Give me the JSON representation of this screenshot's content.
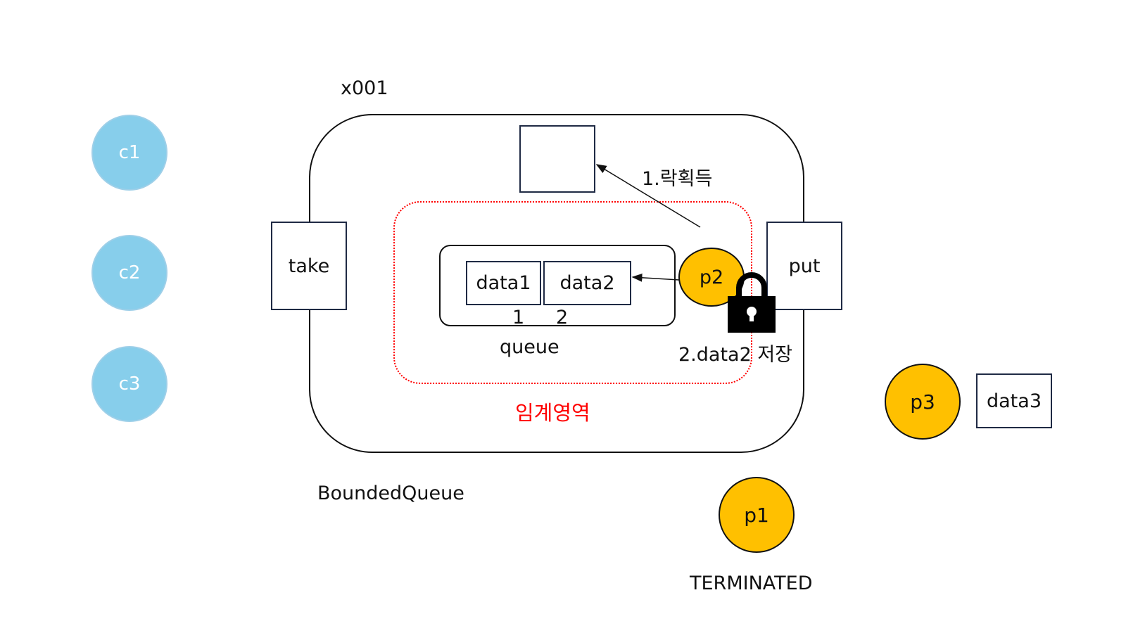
{
  "object_id": "x001",
  "object_name": "BoundedQueue",
  "methods": {
    "take": "take",
    "put": "put"
  },
  "critical_section_label": "임계영역",
  "queue": {
    "label": "queue",
    "items": [
      "data1",
      "data2"
    ],
    "indices": [
      "1",
      "2"
    ]
  },
  "steps": {
    "acquire_lock": "1.락획득",
    "store": "2.data2 저장"
  },
  "consumers": [
    "c1",
    "c2",
    "c3"
  ],
  "producers": {
    "active": "p2",
    "waiting": "p3",
    "finished": "p1"
  },
  "pending_data": "data3",
  "finished_status": "TERMINATED",
  "colors": {
    "consumer": "#87CEEB",
    "producer": "#FFC000",
    "critical": "#FF0000",
    "outline": "#111111"
  },
  "icons": {
    "lock": "padlock-icon"
  }
}
